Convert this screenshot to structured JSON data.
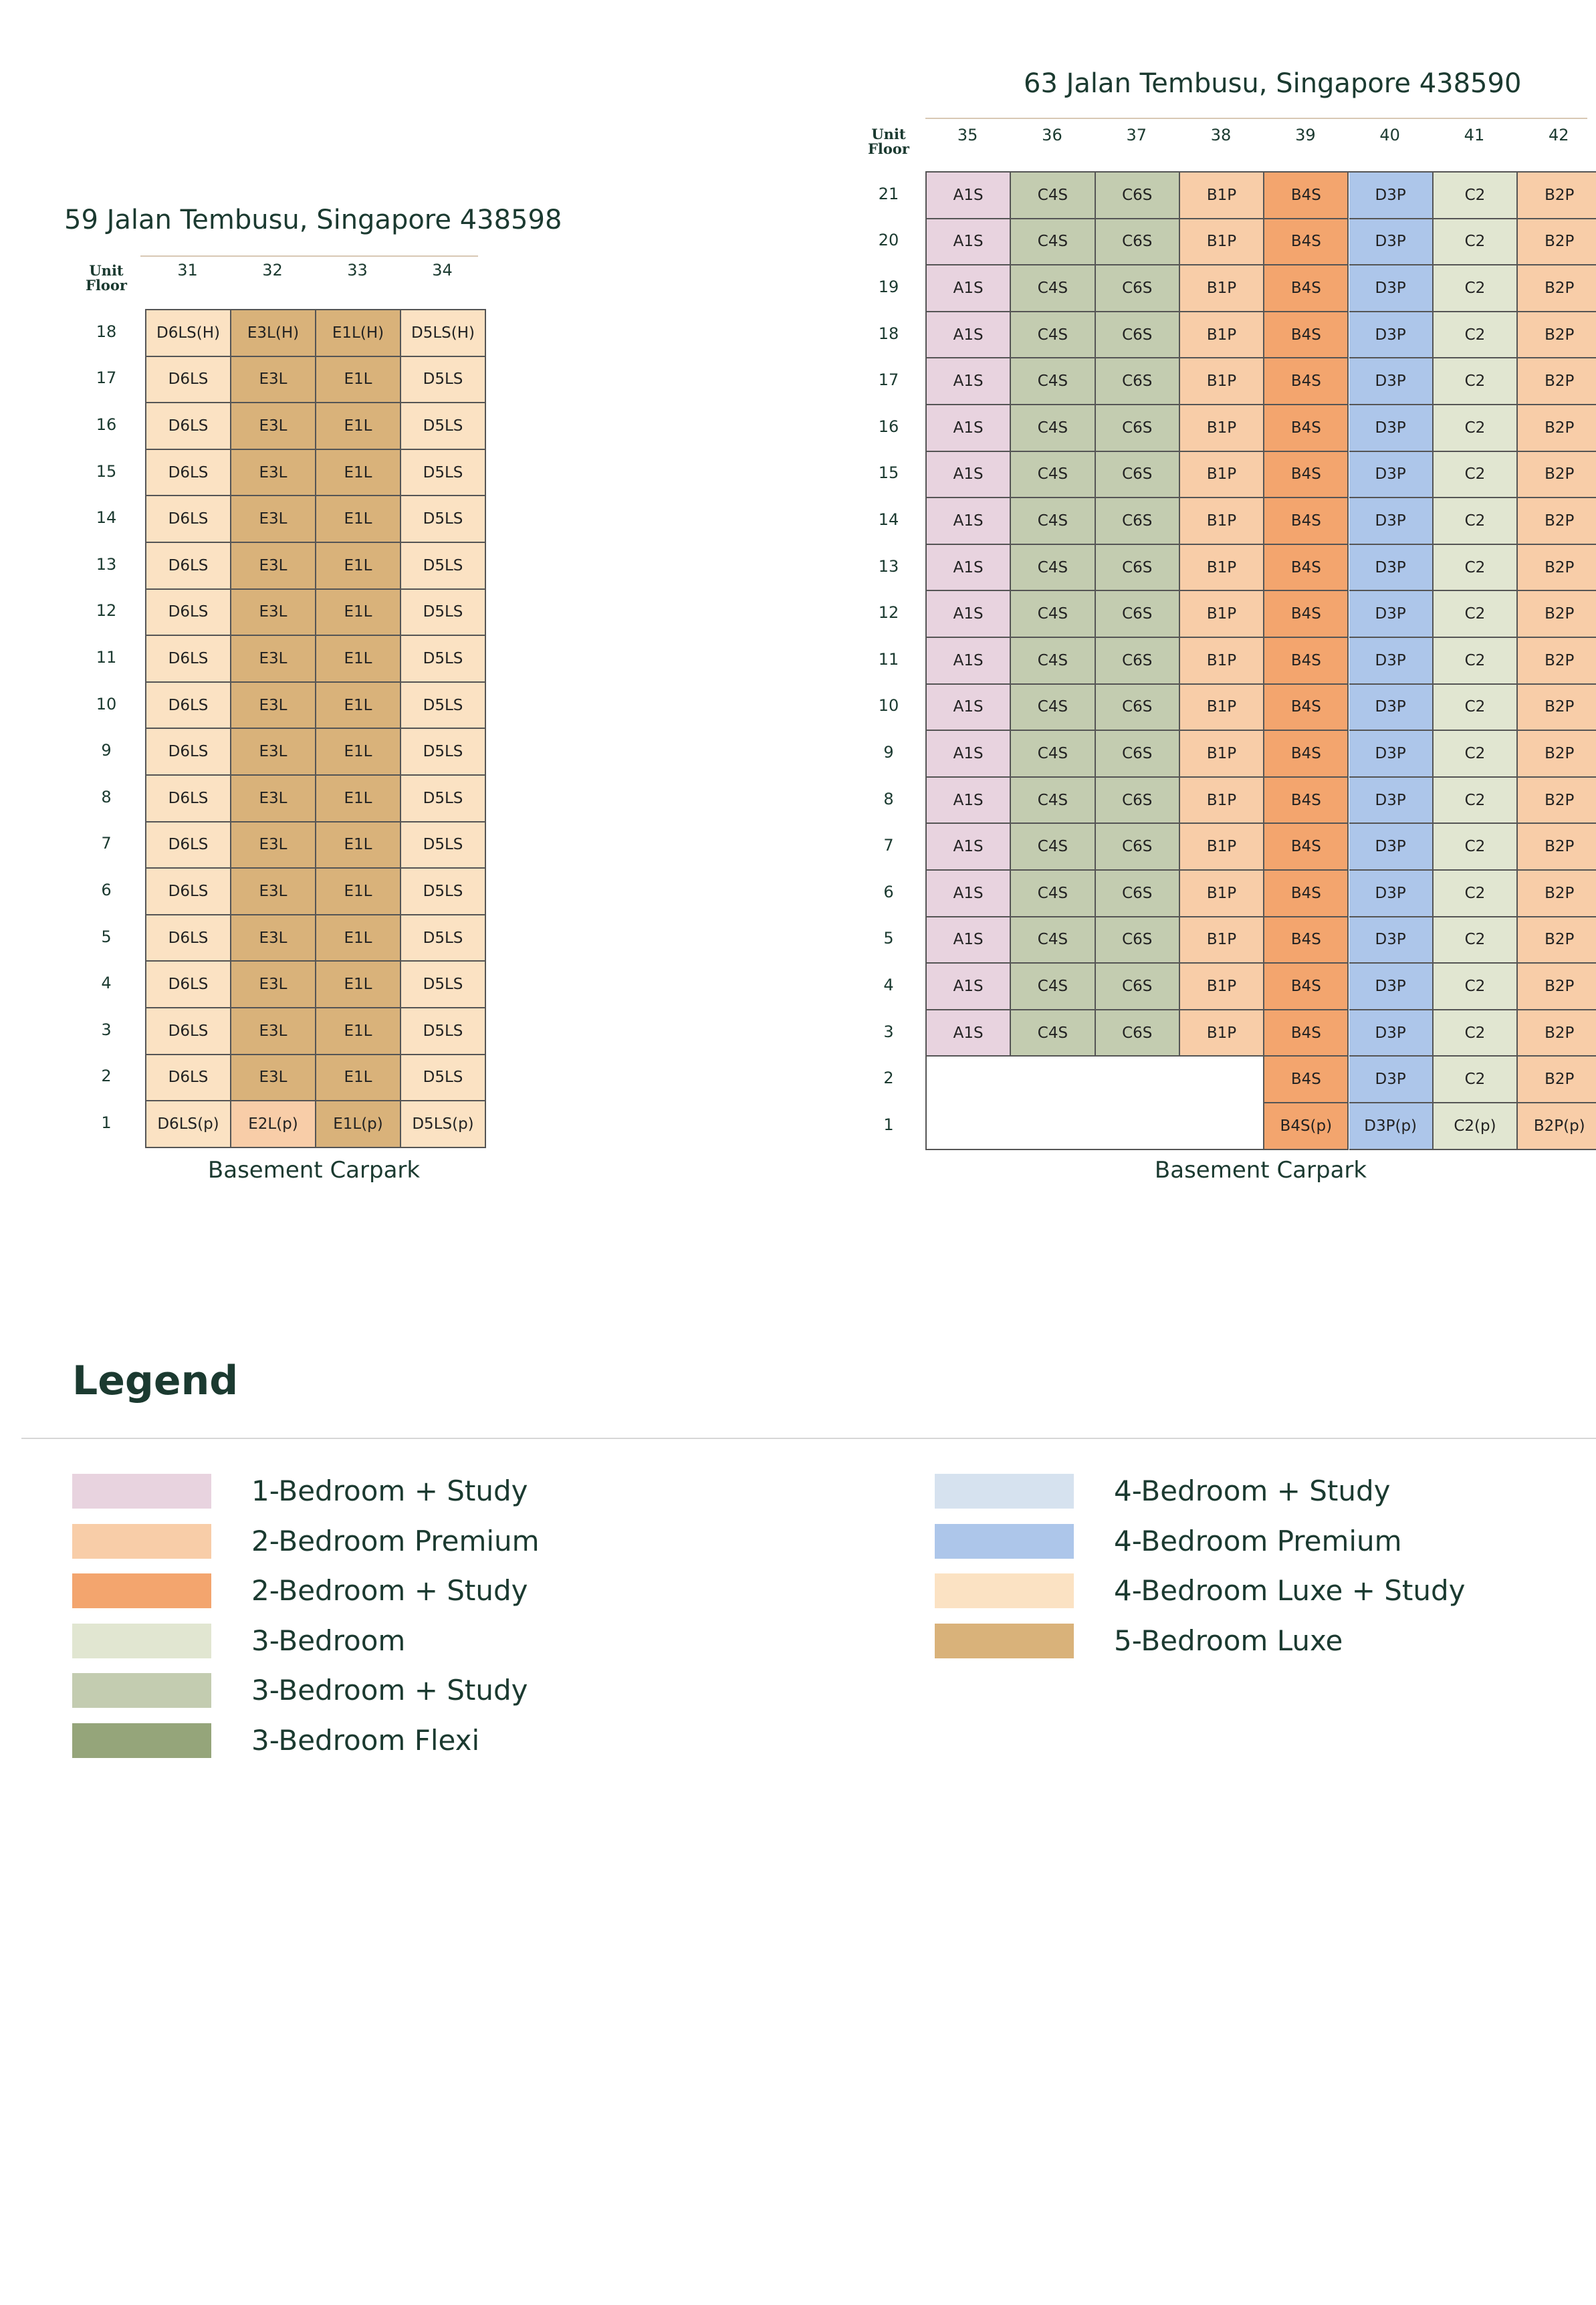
{
  "colors": {
    "A1S": "#e8d3df",
    "C4S": "#c3ccb0",
    "C6S": "#c3ccb0",
    "B1P": "#f8cda8",
    "B2P": "#f8cda8",
    "E2L": "#f8cda8",
    "B4S": "#f3a56e",
    "D3P": "#adc6ea",
    "C2": "#e1e6d1",
    "D6LS": "#fbe2c3",
    "D5LS": "#fbe2c3",
    "E3L": "#d9b27a",
    "E1L": "#d9b27a"
  },
  "left_block": {
    "title": "59 Jalan Tembusu, Singapore 438598",
    "unit_label": "Unit",
    "floor_label": "Floor",
    "units": [
      "31",
      "32",
      "33",
      "34"
    ],
    "floors": [
      "18",
      "17",
      "16",
      "15",
      "14",
      "13",
      "12",
      "11",
      "10",
      "9",
      "8",
      "7",
      "6",
      "5",
      "4",
      "3",
      "2",
      "1"
    ],
    "rows": [
      [
        "D6LS(H)",
        "E3L(H)",
        "E1L(H)",
        "D5LS(H)"
      ],
      [
        "D6LS",
        "E3L",
        "E1L",
        "D5LS"
      ],
      [
        "D6LS",
        "E3L",
        "E1L",
        "D5LS"
      ],
      [
        "D6LS",
        "E3L",
        "E1L",
        "D5LS"
      ],
      [
        "D6LS",
        "E3L",
        "E1L",
        "D5LS"
      ],
      [
        "D6LS",
        "E3L",
        "E1L",
        "D5LS"
      ],
      [
        "D6LS",
        "E3L",
        "E1L",
        "D5LS"
      ],
      [
        "D6LS",
        "E3L",
        "E1L",
        "D5LS"
      ],
      [
        "D6LS",
        "E3L",
        "E1L",
        "D5LS"
      ],
      [
        "D6LS",
        "E3L",
        "E1L",
        "D5LS"
      ],
      [
        "D6LS",
        "E3L",
        "E1L",
        "D5LS"
      ],
      [
        "D6LS",
        "E3L",
        "E1L",
        "D5LS"
      ],
      [
        "D6LS",
        "E3L",
        "E1L",
        "D5LS"
      ],
      [
        "D6LS",
        "E3L",
        "E1L",
        "D5LS"
      ],
      [
        "D6LS",
        "E3L",
        "E1L",
        "D5LS"
      ],
      [
        "D6LS",
        "E3L",
        "E1L",
        "D5LS"
      ],
      [
        "D6LS",
        "E3L",
        "E1L",
        "D5LS"
      ],
      [
        "D6LS(p)",
        "E2L(p)",
        "E1L(p)",
        "D5LS(p)"
      ]
    ],
    "footer": "Basement Carpark"
  },
  "right_block": {
    "title": "63 Jalan Tembusu, Singapore 438590",
    "unit_label": "Unit",
    "floor_label": "Floor",
    "units": [
      "35",
      "36",
      "37",
      "38",
      "39",
      "40",
      "41",
      "42"
    ],
    "floors": [
      "21",
      "20",
      "19",
      "18",
      "17",
      "16",
      "15",
      "14",
      "13",
      "12",
      "11",
      "10",
      "9",
      "8",
      "7",
      "6",
      "5",
      "4",
      "3",
      "2",
      "1"
    ],
    "rows": [
      [
        "A1S",
        "C4S",
        "C6S",
        "B1P",
        "B4S",
        "D3P",
        "C2",
        "B2P"
      ],
      [
        "A1S",
        "C4S",
        "C6S",
        "B1P",
        "B4S",
        "D3P",
        "C2",
        "B2P"
      ],
      [
        "A1S",
        "C4S",
        "C6S",
        "B1P",
        "B4S",
        "D3P",
        "C2",
        "B2P"
      ],
      [
        "A1S",
        "C4S",
        "C6S",
        "B1P",
        "B4S",
        "D3P",
        "C2",
        "B2P"
      ],
      [
        "A1S",
        "C4S",
        "C6S",
        "B1P",
        "B4S",
        "D3P",
        "C2",
        "B2P"
      ],
      [
        "A1S",
        "C4S",
        "C6S",
        "B1P",
        "B4S",
        "D3P",
        "C2",
        "B2P"
      ],
      [
        "A1S",
        "C4S",
        "C6S",
        "B1P",
        "B4S",
        "D3P",
        "C2",
        "B2P"
      ],
      [
        "A1S",
        "C4S",
        "C6S",
        "B1P",
        "B4S",
        "D3P",
        "C2",
        "B2P"
      ],
      [
        "A1S",
        "C4S",
        "C6S",
        "B1P",
        "B4S",
        "D3P",
        "C2",
        "B2P"
      ],
      [
        "A1S",
        "C4S",
        "C6S",
        "B1P",
        "B4S",
        "D3P",
        "C2",
        "B2P"
      ],
      [
        "A1S",
        "C4S",
        "C6S",
        "B1P",
        "B4S",
        "D3P",
        "C2",
        "B2P"
      ],
      [
        "A1S",
        "C4S",
        "C6S",
        "B1P",
        "B4S",
        "D3P",
        "C2",
        "B2P"
      ],
      [
        "A1S",
        "C4S",
        "C6S",
        "B1P",
        "B4S",
        "D3P",
        "C2",
        "B2P"
      ],
      [
        "A1S",
        "C4S",
        "C6S",
        "B1P",
        "B4S",
        "D3P",
        "C2",
        "B2P"
      ],
      [
        "A1S",
        "C4S",
        "C6S",
        "B1P",
        "B4S",
        "D3P",
        "C2",
        "B2P"
      ],
      [
        "A1S",
        "C4S",
        "C6S",
        "B1P",
        "B4S",
        "D3P",
        "C2",
        "B2P"
      ],
      [
        "A1S",
        "C4S",
        "C6S",
        "B1P",
        "B4S",
        "D3P",
        "C2",
        "B2P"
      ],
      [
        "A1S",
        "C4S",
        "C6S",
        "B1P",
        "B4S",
        "D3P",
        "C2",
        "B2P"
      ],
      [
        "A1S",
        "C4S",
        "C6S",
        "B1P",
        "B4S",
        "D3P",
        "C2",
        "B2P"
      ],
      [
        "",
        "",
        "",
        "",
        "B4S",
        "D3P",
        "C2",
        "B2P"
      ],
      [
        "",
        "",
        "",
        "",
        "B4S(p)",
        "D3P(p)",
        "C2(p)",
        "B2P(p)"
      ]
    ],
    "footer": "Basement Carpark"
  },
  "legend": {
    "title": "Legend",
    "left_items": [
      {
        "label": "1-Bedroom + Study",
        "color": "#e8d3df"
      },
      {
        "label": "2-Bedroom Premium",
        "color": "#f8cda8"
      },
      {
        "label": "2-Bedroom + Study",
        "color": "#f3a56e"
      },
      {
        "label": "3-Bedroom",
        "color": "#e1e6d1"
      },
      {
        "label": "3-Bedroom + Study",
        "color": "#c3ccb0"
      },
      {
        "label": "3-Bedroom Flexi",
        "color": "#95a57a"
      }
    ],
    "right_items": [
      {
        "label": "4-Bedroom + Study",
        "color": "#d6e2ef"
      },
      {
        "label": "4-Bedroom Premium",
        "color": "#adc6ea"
      },
      {
        "label": "4-Bedroom Luxe + Study",
        "color": "#fbe2c3"
      },
      {
        "label": "5-Bedroom Luxe",
        "color": "#d9b27a"
      }
    ]
  }
}
